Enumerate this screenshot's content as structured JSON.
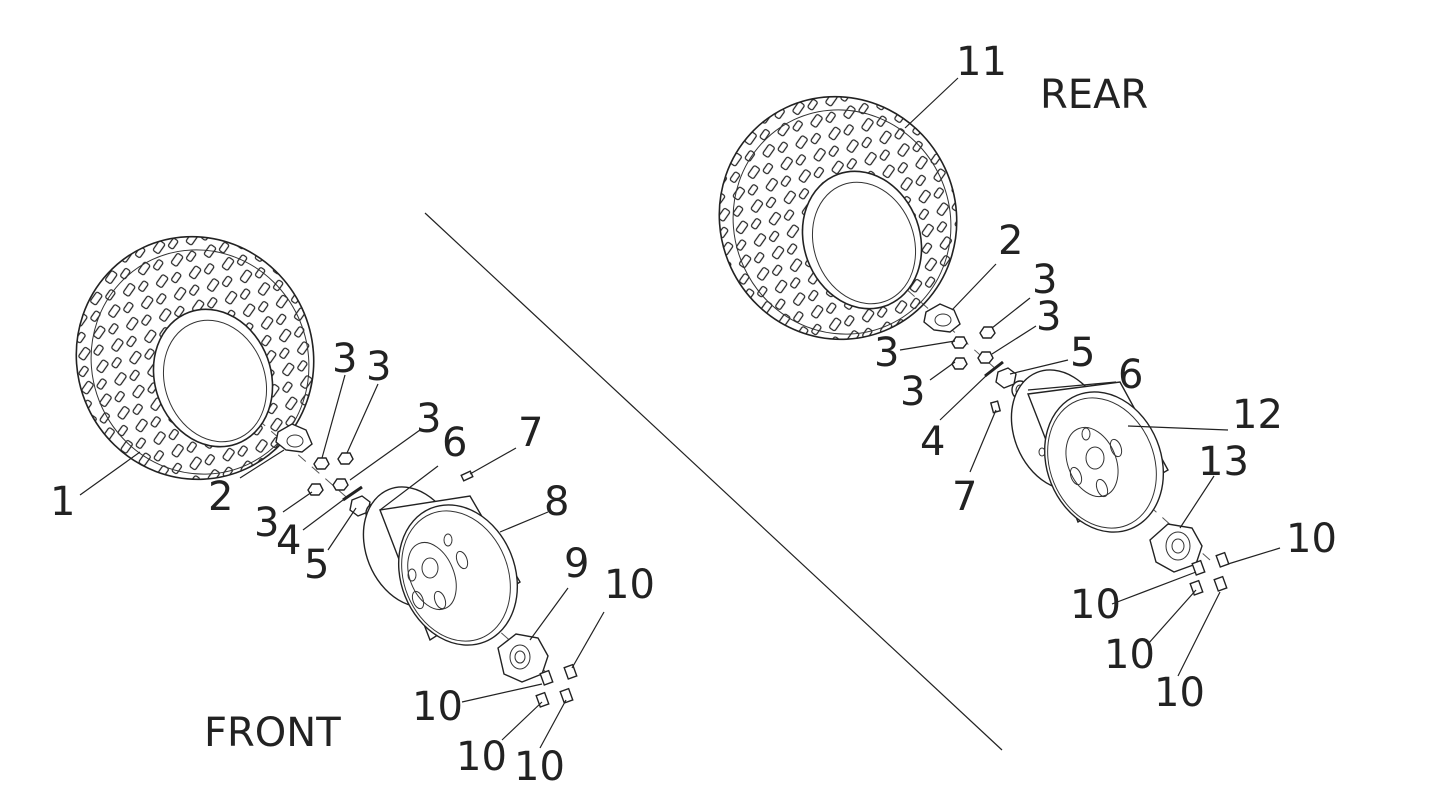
{
  "sections": {
    "front": "FRONT",
    "rear": "REAR"
  },
  "front_callouts": [
    "1",
    "2",
    "3",
    "3",
    "3",
    "3",
    "4",
    "5",
    "6",
    "7",
    "8",
    "9",
    "10",
    "10",
    "10",
    "10"
  ],
  "rear_callouts": [
    "11",
    "2",
    "3",
    "3",
    "3",
    "3",
    "4",
    "5",
    "6",
    "7",
    "12",
    "13",
    "10",
    "10",
    "10",
    "10"
  ]
}
